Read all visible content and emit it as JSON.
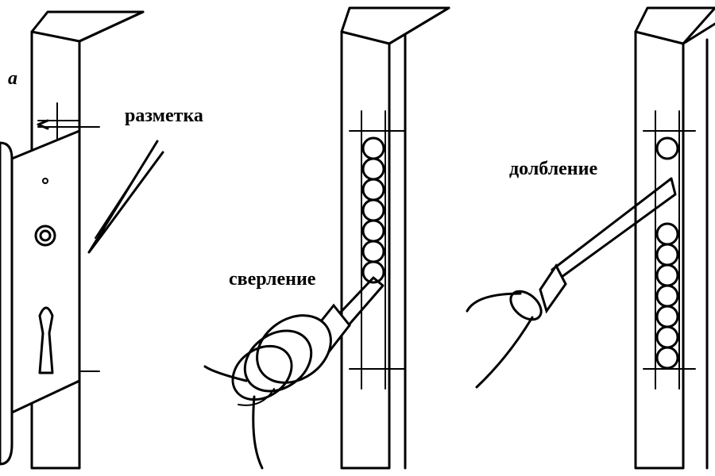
{
  "labels": {
    "dimension": "a",
    "step1": "разметка",
    "step2": "сверление",
    "step3": "долбление"
  },
  "colors": {
    "ink": "#000000",
    "paper": "#ffffff"
  }
}
